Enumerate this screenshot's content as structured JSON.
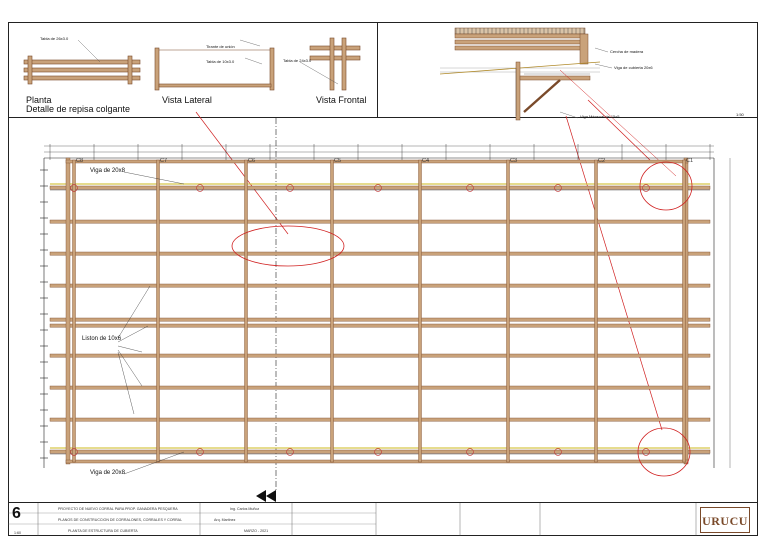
{
  "detail_left": {
    "label_tabla_26x3": "Tabla de 26x3.0",
    "label_tirante": "Tirante de unión",
    "label_tabla_10x3": "Tabla de 10x3.0",
    "label_tabla_24x3": "Tabla de 24x3.0",
    "planta": "Planta",
    "detalle": "Detalle de repisa colgante",
    "vista_lateral": "Vista Lateral",
    "vista_frontal": "Vista Frontal"
  },
  "detail_right": {
    "cercha": "Cercha de madera",
    "viga_cubierta": "Viga de cubierta 20x6",
    "viga_mensual": "Viga Ménsual de 15x5",
    "escala": "1:50"
  },
  "plan": {
    "columns": [
      "C8",
      "C7",
      "C6",
      "C5",
      "C4",
      "C3",
      "C2",
      "C1"
    ],
    "viga_top": "Viga de 20x8",
    "viga_bottom": "Viga de 20x8",
    "liston": "Liston de 10x6"
  },
  "title_block": {
    "sheet_number": "6",
    "project": "PROYECTO DE NUEVO CORRAL PARA PROP. GANADERA PESQUERA",
    "plan_desc": "PLANOS DE CONSTRUCCION DE CORRALONES, CORRALES Y CORRAL",
    "plan_title": "PLANTA DE ESTRUCTURA DE CUBIERTA",
    "scale": "1:60",
    "designer": "Ing. Carlos Muñoz",
    "drawer": "Arq. Martinez",
    "date": "MARZO - 2021",
    "logo": "URUCU"
  }
}
